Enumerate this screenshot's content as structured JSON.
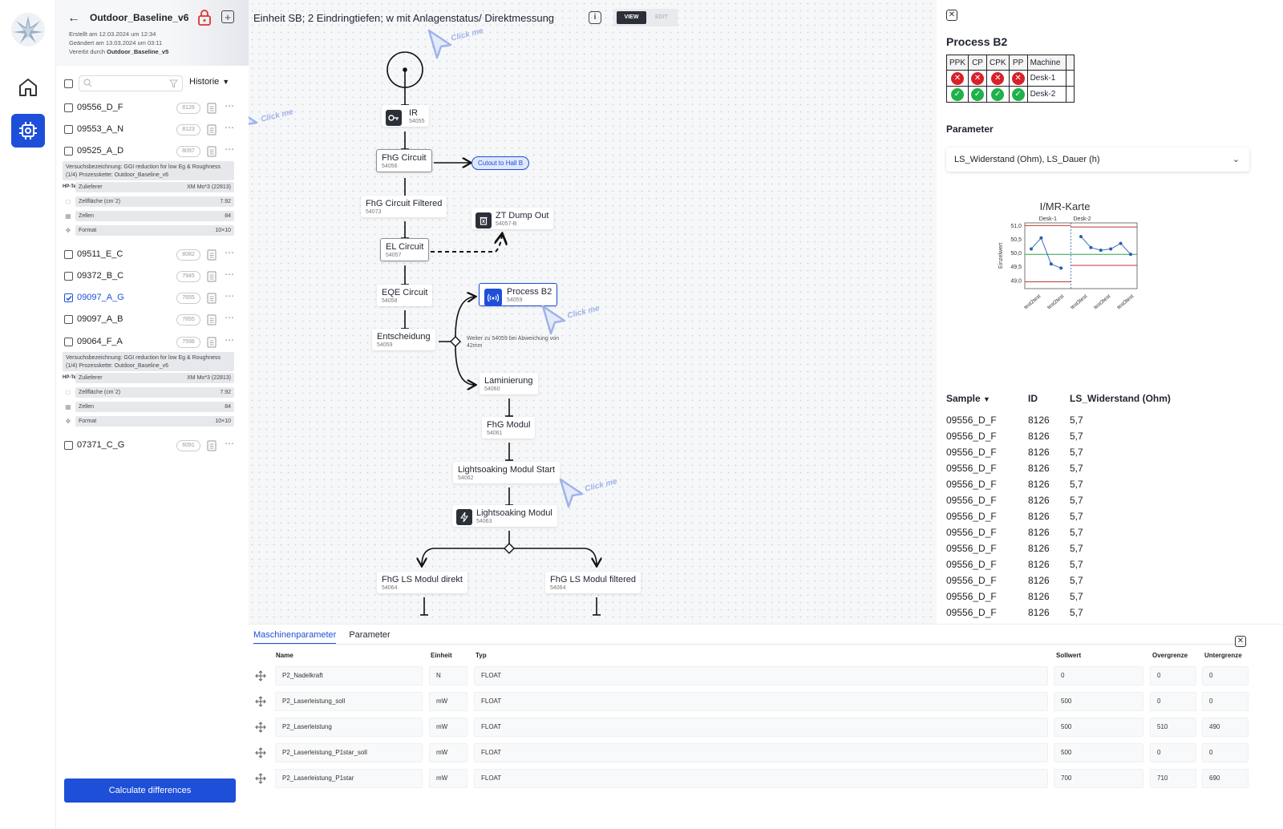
{
  "nav": {
    "home_icon": "home-icon",
    "process_icon": "chip-icon"
  },
  "sidebar": {
    "project_title": "Outdoor_Baseline_v6",
    "created": "Erstellt am 12.03.2024 um 12:34",
    "changed": "Geändert am 13.03.2024 um 03:11",
    "inherited_prefix": "Vererbt durch",
    "inherited_by": "Outdoor_Baseline_v5",
    "search_placeholder": "",
    "history_label": "Historie",
    "items": [
      {
        "name": "09556_D_F",
        "count": "8126"
      },
      {
        "name": "09553_A_N",
        "count": "8123"
      },
      {
        "name": "09525_A_D",
        "count": "8097"
      },
      {
        "name": "09511_E_C",
        "count": "8082"
      },
      {
        "name": "09372_B_C",
        "count": "7945"
      },
      {
        "name": "09097_A_G",
        "count": "7655",
        "selected": true
      },
      {
        "name": "09097_A_B",
        "count": "7655"
      },
      {
        "name": "09064_F_A",
        "count": "7598"
      },
      {
        "name": "07371_C_G",
        "count": "6091"
      }
    ],
    "detail": {
      "description": "Versuchsbezeichnung: GGI reduction for low Eg & Roughness (1/4) Prozesskette: Outdoor_Baseline_v6",
      "supplier_logo": "HP-TeXties",
      "supplier_label": "Zulieferer",
      "supplier_value": "XM Mo*3 (22813)",
      "area_label": "Zellfläche (cm´2)",
      "area_value": "7.92",
      "cells_label": "Zellen",
      "cells_value": "84",
      "format_label": "Format",
      "format_value": "10×10"
    },
    "calc_button": "Calculate differences"
  },
  "canvas": {
    "title": "Einheit SB; 2 Eindringtiefen; w mit Anlagenstatus/ Direktmessung",
    "view_label": "VIEW",
    "edit_label": "EDIT",
    "click_me": "Click me",
    "nodes": {
      "ir": {
        "title": "IR",
        "id": "54055"
      },
      "fhg_circuit": {
        "title": "FhG Circuit",
        "id": "54056"
      },
      "fhg_filtered": {
        "title": "FhG Circuit Filtered",
        "id": "54073"
      },
      "zt_dump": {
        "title": "ZT Dump Out",
        "id": "54057-B"
      },
      "el_circuit": {
        "title": "EL Circuit",
        "id": "54057"
      },
      "eqe_circuit": {
        "title": "EQE Circuit",
        "id": "54058"
      },
      "process_b2": {
        "title": "Process B2",
        "id": "54059"
      },
      "entscheidung": {
        "title": "Entscheidung",
        "id": "54059"
      },
      "laminierung": {
        "title": "Laminierung",
        "id": "54060"
      },
      "fhg_modul": {
        "title": "FhG Modul",
        "id": "54061"
      },
      "ls_start": {
        "title": "Lightsoaking Modul Start",
        "id": "54062"
      },
      "ls_modul": {
        "title": "Lightsoaking Modul",
        "id": "54063"
      },
      "ls_direkt": {
        "title": "FhG LS Modul direkt",
        "id": "54064"
      },
      "ls_filtered": {
        "title": "FhG LS Modul filtered",
        "id": "54064"
      }
    },
    "cutout_tag": "Cutout to Hall B",
    "branch_note": "Weiter zu 54059 bei Abweichung von 42mm"
  },
  "right_panel": {
    "title": "Process B2",
    "table_headers": [
      "PPK",
      "CP",
      "CPK",
      "PP",
      "Machine"
    ],
    "table_rows": [
      {
        "status": "fail",
        "machine": "Desk-1"
      },
      {
        "status": "ok",
        "machine": "Desk-2"
      }
    ],
    "parameter_label": "Parameter",
    "parameter_value": "LS_Widerstand (Ohm), LS_Dauer (h)",
    "chart_title": "I/MR-Karte",
    "sample_header": "Sample",
    "id_header": "ID",
    "value_header": "LS_Widerstand (Ohm)",
    "samples": [
      [
        "09556_D_F",
        "8126",
        "5,7"
      ],
      [
        "09556_D_F",
        "8126",
        "5,7"
      ],
      [
        "09556_D_F",
        "8126",
        "5,7"
      ],
      [
        "09556_D_F",
        "8126",
        "5,7"
      ],
      [
        "09556_D_F",
        "8126",
        "5,7"
      ],
      [
        "09556_D_F",
        "8126",
        "5,7"
      ],
      [
        "09556_D_F",
        "8126",
        "5,7"
      ],
      [
        "09556_D_F",
        "8126",
        "5,7"
      ],
      [
        "09556_D_F",
        "8126",
        "5,7"
      ],
      [
        "09556_D_F",
        "8126",
        "5,7"
      ],
      [
        "09556_D_F",
        "8126",
        "5,7"
      ],
      [
        "09556_D_F",
        "8126",
        "5,7"
      ],
      [
        "09556_D_F",
        "8126",
        "5,7"
      ]
    ]
  },
  "chart_data": {
    "type": "line",
    "title": "I/MR-Karte",
    "ylabel": "Einzelwert",
    "phases": [
      "Desk-1",
      "Desk-2"
    ],
    "yticks": [
      "51,0",
      "50,5",
      "50,0",
      "49,5",
      "49,0"
    ],
    "ylim": [
      48.7,
      51.1
    ],
    "xticks": [
      "test2test",
      "test2test",
      "test3test",
      "test3test",
      "test3test"
    ],
    "series": [
      {
        "values": [
          50.15,
          50.55,
          49.6,
          49.45,
          null,
          50.6,
          50.2,
          50.1,
          50.15,
          50.35,
          49.95
        ]
      }
    ],
    "center_line": 49.95,
    "ucl": 51.0,
    "lcl": 48.95,
    "ucl_phase2": 50.95,
    "lcl_phase2": 49.55,
    "colors": {
      "data": "#2a5db0",
      "center": "#2ea043",
      "limits": "#c0392b"
    }
  },
  "bottom": {
    "tabs": [
      "Maschinenparameter",
      "Parameter"
    ],
    "headers": {
      "name": "Name",
      "unit": "Einheit",
      "type": "Typ",
      "target": "Sollwert",
      "upper": "Overgrenze",
      "lower": "Untergrenze"
    },
    "rows": [
      {
        "name": "P2_Nadelkraft",
        "unit": "N",
        "type": "FLOAT",
        "target": "0",
        "upper": "0",
        "lower": "0"
      },
      {
        "name": "P2_Laserleistung_soll",
        "unit": "mW",
        "type": "FLOAT",
        "target": "500",
        "upper": "0",
        "lower": "0"
      },
      {
        "name": "P2_Laserleistung",
        "unit": "mW",
        "type": "FLOAT",
        "target": "500",
        "upper": "510",
        "lower": "490"
      },
      {
        "name": "P2_Laserleistung_P1star_soll",
        "unit": "mW",
        "type": "FLOAT",
        "target": "500",
        "upper": "0",
        "lower": "0"
      },
      {
        "name": "P2_Laserleistung_P1star",
        "unit": "mW",
        "type": "FLOAT",
        "target": "700",
        "upper": "710",
        "lower": "690"
      }
    ]
  },
  "colors": {
    "accent": "#1e4fd8",
    "ok": "#1fb24a",
    "fail": "#d8202a"
  }
}
